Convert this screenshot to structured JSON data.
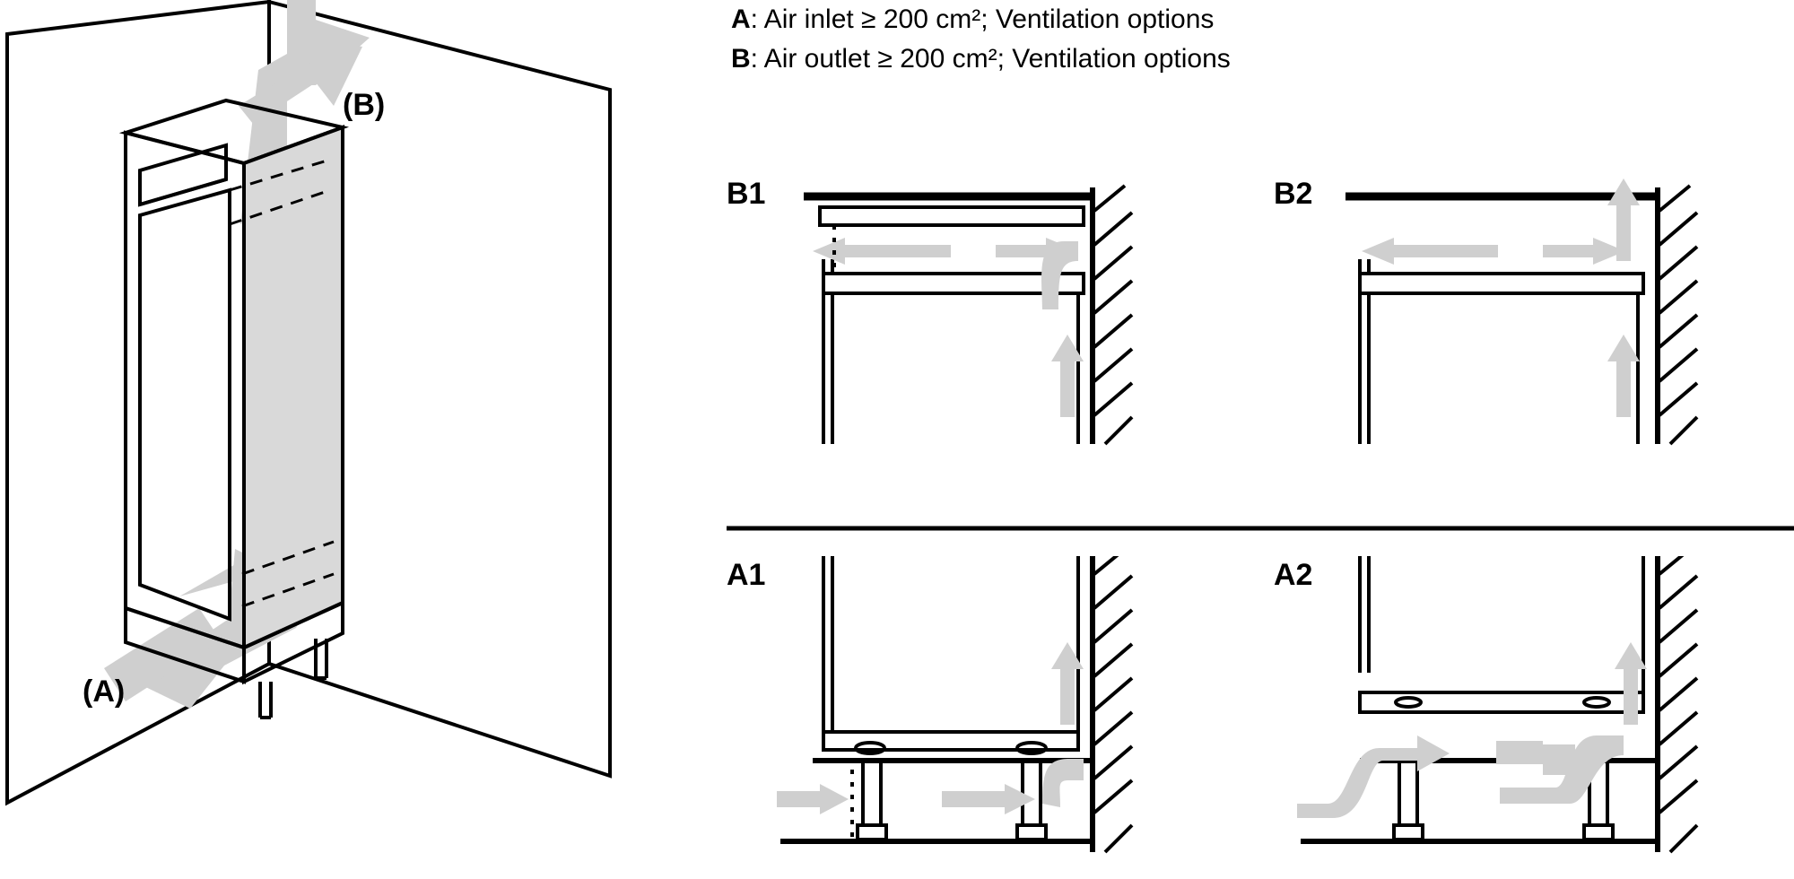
{
  "legend": {
    "lines": [
      {
        "key": "A",
        "text": ": Air inlet ≥ 200 cm²; Ventilation options"
      },
      {
        "key": "B",
        "text": ": Air outlet ≥ 200 cm²; Ventilation options"
      }
    ]
  },
  "main_diagram": {
    "label_top": "(B)",
    "label_bottom": "(A)",
    "description": "Isometric line drawing of a tall built-in kitchen housing unit against a wall corner, with grey arrows showing airflow in at the bottom plinth (A) and out at the top (B)."
  },
  "panels": [
    {
      "id": "B1",
      "label": "B1",
      "description": "Top ventilation option: air duct above appliance exits to the left through the top shelf gap; grey arrows point left and up along the rear wall."
    },
    {
      "id": "B2",
      "label": "B2",
      "description": "Top ventilation option: air exits left below the cabinet top and also upward along the hatched rear wall."
    },
    {
      "id": "A1",
      "label": "A1",
      "description": "Bottom ventilation option: air enters from the left at the plinth and rises up behind the appliance along the hatched wall."
    },
    {
      "id": "A2",
      "label": "A2",
      "description": "Bottom ventilation option: air enters from the left at the plinth, passes under the appliance base and rises up behind it along the hatched wall."
    }
  ],
  "colors": {
    "line": "#000000",
    "arrow_fill": "#cfcfcf",
    "panel_fill": "#ffffff",
    "shade_fill": "#d9d9d9"
  }
}
